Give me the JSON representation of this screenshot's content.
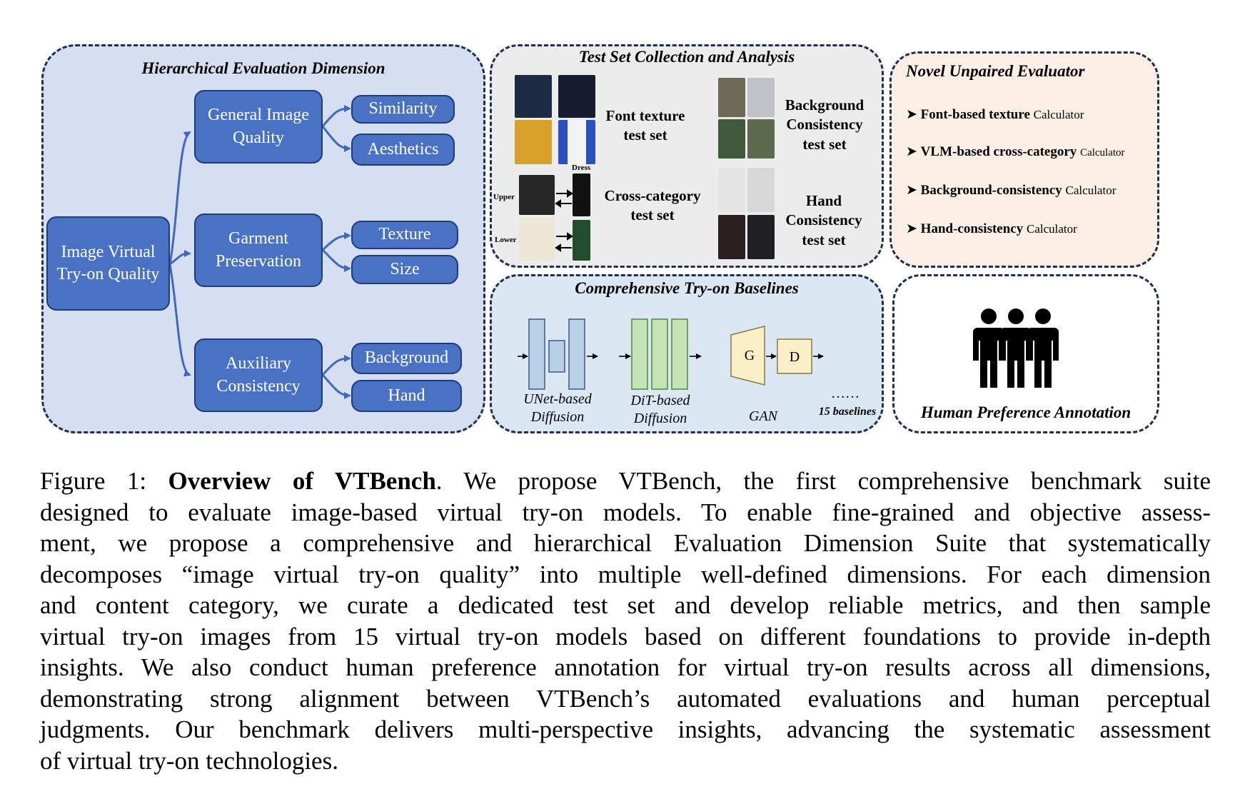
{
  "panel_hier": {
    "title": "Hierarchical Evaluation Dimension",
    "root": "Image Virtual Try-on Quality",
    "groups": [
      {
        "label": "General Image Quality",
        "children": [
          "Similarity",
          "Aesthetics"
        ]
      },
      {
        "label": "Garment Preservation",
        "children": [
          "Texture",
          "Size"
        ]
      },
      {
        "label": "Auxiliary Consistency",
        "children": [
          "Background",
          "Hand"
        ]
      }
    ]
  },
  "panel_testset": {
    "title": "Test Set Collection and Analysis",
    "font_label": "Font texture test set",
    "bg_label": "Background Consistency test set",
    "cross_label": "Cross-category test set",
    "hand_label": "Hand Consistency test set",
    "upper": "Upper",
    "lower": "Lower",
    "dress": "Dress"
  },
  "panel_evaluator": {
    "title": "Novel Unpaired Evaluator",
    "items": [
      {
        "bold": "Font-based texture",
        "rest": "Calculator"
      },
      {
        "bold": "VLM-based cross-category",
        "rest": "Calculator"
      },
      {
        "bold": "Background-consistency",
        "rest": "Calculator"
      },
      {
        "bold": "Hand-consistency",
        "rest": "Calculator"
      }
    ]
  },
  "panel_baselines": {
    "title": "Comprehensive Try-on Baselines",
    "unet": "UNet-based Diffusion",
    "dit": "DiT-based Diffusion",
    "gan": "GAN",
    "g": "G",
    "d": "D",
    "dots": "……",
    "count": "15 baselines"
  },
  "panel_human": {
    "title": "Human Preference Annotation",
    "icon": "people-group-icon"
  },
  "caption": {
    "prefix": "Figure 1: ",
    "bold": "Overview of VTBench",
    "lines": [
      ". We propose VTBench, the first comprehensive benchmark suite",
      "designed to evaluate image-based virtual try-on models. To enable fine-grained and objective assess-",
      "ment, we propose a comprehensive and hierarchical Evaluation Dimension Suite that systematically",
      "decomposes “image virtual try-on quality” into multiple well-defined dimensions. For each dimension",
      "and content category, we curate a dedicated test set and develop reliable metrics, and then sample",
      "virtual try-on images from 15 virtual try-on models based on different foundations to provide in-depth",
      "insights. We also conduct human preference annotation for virtual try-on results across all dimensions,",
      "demonstrating strong alignment between VTBench’s automated evaluations and human perceptual",
      "judgments. Our benchmark delivers multi-perspective insights, advancing the systematic assessment",
      "of virtual try-on technologies."
    ]
  },
  "colors": {
    "panel_hier_bg": "#d5dff1",
    "panel_gray_bg": "#ececec",
    "panel_peach_bg": "#fbefe6",
    "panel_blue_bg": "#dce7f4",
    "box_blue": "#4a72c4",
    "unet_fill": "#b8cfe6",
    "dit_fill": "#c6e4b5",
    "gan_fill": "#fbefc8"
  }
}
